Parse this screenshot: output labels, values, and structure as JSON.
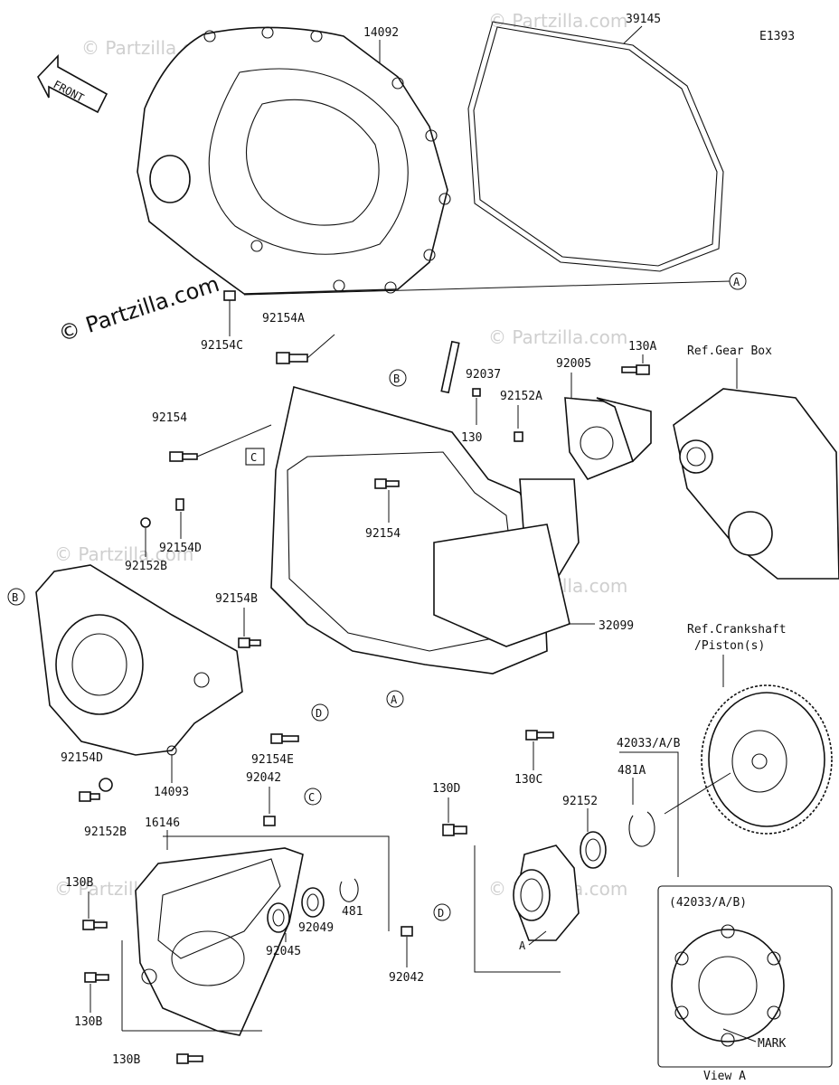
{
  "diagram_id": "E1393",
  "front_label": "FRONT",
  "watermark_main": "© Partzilla.com",
  "watermark_faint": "© Partzilla.com",
  "parts": [
    {
      "id": "p14092",
      "label": "14092"
    },
    {
      "id": "p39145",
      "label": "39145"
    },
    {
      "id": "p92154C",
      "label": "92154C"
    },
    {
      "id": "p92154A",
      "label": "92154A"
    },
    {
      "id": "p92037",
      "label": "92037"
    },
    {
      "id": "p92005",
      "label": "92005"
    },
    {
      "id": "p130A",
      "label": "130A"
    },
    {
      "id": "p92152A",
      "label": "92152A"
    },
    {
      "id": "p130",
      "label": "130"
    },
    {
      "id": "p92154",
      "label": "92154"
    },
    {
      "id": "p92154-2",
      "label": "92154"
    },
    {
      "id": "p92154D",
      "label": "92154D"
    },
    {
      "id": "p92152B",
      "label": "92152B"
    },
    {
      "id": "p92154B",
      "label": "92154B"
    },
    {
      "id": "p32099",
      "label": "32099"
    },
    {
      "id": "p92154E",
      "label": "92154E"
    },
    {
      "id": "p130C",
      "label": "130C"
    },
    {
      "id": "p42033",
      "label": "42033/A/B"
    },
    {
      "id": "p92154D-2",
      "label": "92154D"
    },
    {
      "id": "p92152B-2",
      "label": "92152B"
    },
    {
      "id": "p14093",
      "label": "14093"
    },
    {
      "id": "p92042",
      "label": "92042"
    },
    {
      "id": "p16146",
      "label": "16146"
    },
    {
      "id": "p130D",
      "label": "130D"
    },
    {
      "id": "p481A",
      "label": "481A"
    },
    {
      "id": "p92152",
      "label": "92152"
    },
    {
      "id": "p130B",
      "label": "130B"
    },
    {
      "id": "p92045",
      "label": "92045"
    },
    {
      "id": "p92049",
      "label": "92049"
    },
    {
      "id": "p481",
      "label": "481"
    },
    {
      "id": "p92042-2",
      "label": "92042"
    },
    {
      "id": "p130B-2",
      "label": "130B"
    },
    {
      "id": "p130B-3",
      "label": "130B"
    }
  ],
  "refs": {
    "gear_box": "Ref.Gear Box",
    "crankshaft_line1": "Ref.Crankshaft",
    "crankshaft_line2": "/Piston(s)"
  },
  "callouts": {
    "A": "A",
    "B": "B",
    "C": "C",
    "D": "D"
  },
  "view_a": {
    "title": "(42033/A/B)",
    "caption": "View A",
    "mark": "MARK"
  }
}
